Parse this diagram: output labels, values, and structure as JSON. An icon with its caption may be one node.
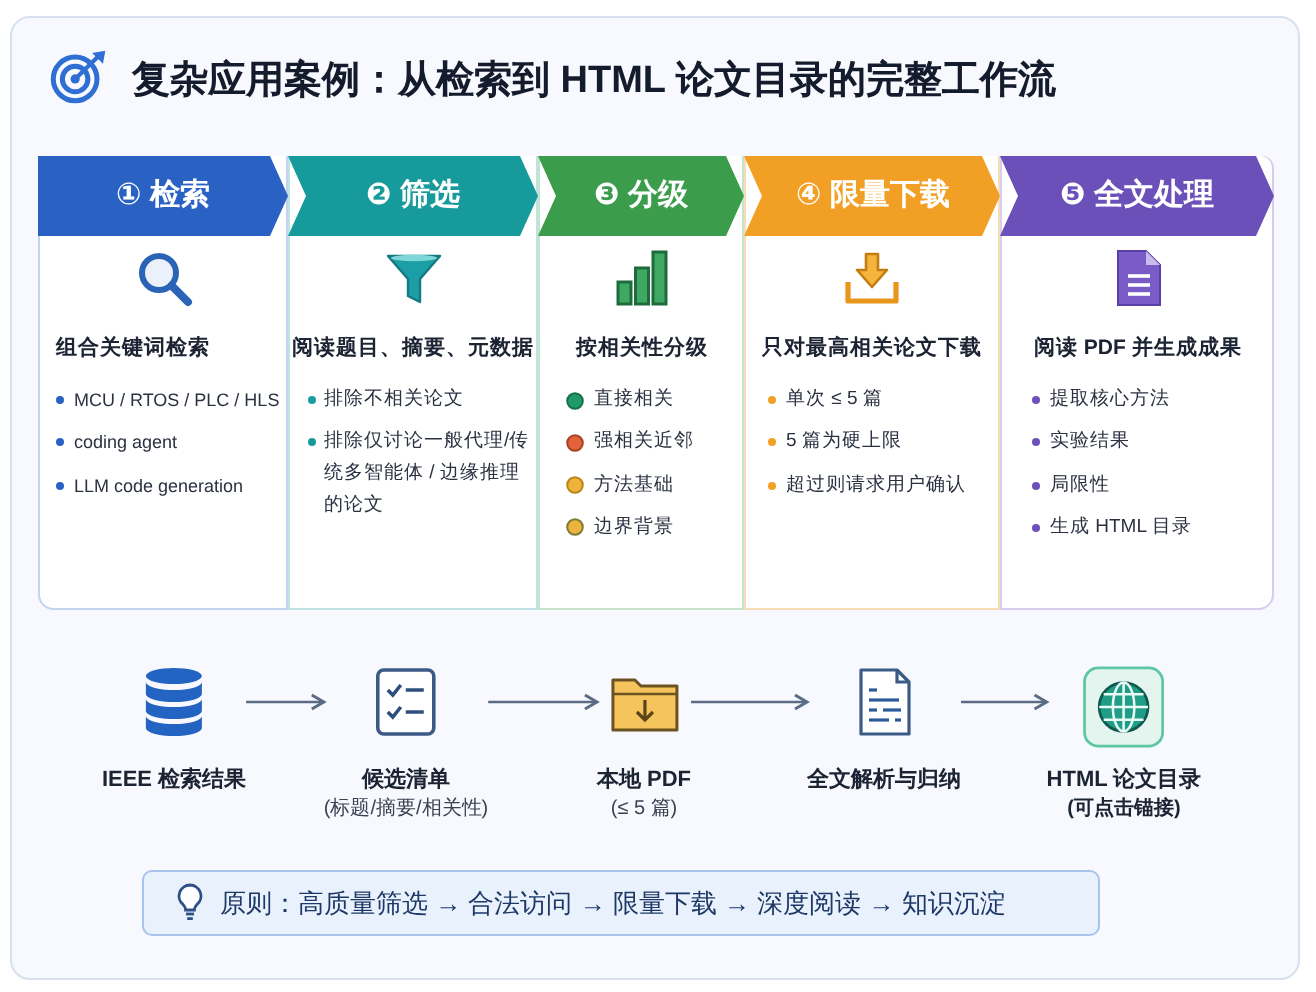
{
  "diagram": {
    "title": "复杂应用案例：从检索到 HTML 论文目录的完整工作流",
    "nodes": [
      {
        "text": [
          "① 检索",
          "组合关键词检索",
          "MCU / RTOS / PLC / HLS",
          "coding agent",
          "LLM code generation"
        ]
      },
      {
        "text": [
          "❷ 筛选",
          "阅读题目、摘要、元数据",
          "排除不相关论文",
          "排除仅讨论一般代理/传统多智能体 / 边缘推理的论文"
        ]
      },
      {
        "text": [
          "❸ 分级",
          "按相关性分级",
          "直接相关",
          "强相关近邻",
          "方法基础",
          "边界背景"
        ]
      },
      {
        "text": [
          "④ 限量下载",
          "只对最高相关论文下载",
          "单次 ≤ 5 篇",
          "5 篇为硬上限",
          "超过则请求用户确认"
        ]
      },
      {
        "text": [
          "❺ 全文处理",
          "阅读 PDF 并生成成果",
          "提取核心方法",
          "实验结果",
          "局限性",
          "生成 HTML 目录"
        ]
      },
      {
        "text": [
          "IEEE 检索结果"
        ]
      },
      {
        "text": [
          "候选清单",
          "(标题/摘要/相关性)"
        ]
      },
      {
        "text": [
          "本地 PDF",
          "(≤ 5 篇)"
        ]
      },
      {
        "text": [
          "全文解析与归纳"
        ]
      },
      {
        "text": [
          "HTML 论文目录",
          "(可点击锚接)"
        ]
      },
      {
        "text": [
          "原则：高质量筛选 → 合法访问 → 限量下载 → 深度阅读 → 知识沉淀"
        ]
      }
    ],
    "edges": [
      {
        "from": 5,
        "to": 6,
        "arrow": "to"
      },
      {
        "from": 6,
        "to": 7,
        "arrow": "to"
      },
      {
        "from": 7,
        "to": 8,
        "arrow": "to"
      },
      {
        "from": 8,
        "to": 9,
        "arrow": "to"
      }
    ]
  }
}
